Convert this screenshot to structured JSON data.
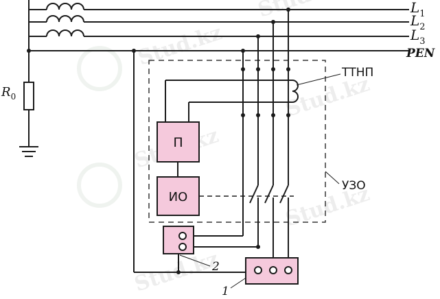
{
  "lines": {
    "l1": {
      "main": "L",
      "sub": "1"
    },
    "l2": {
      "main": "L",
      "sub": "2"
    },
    "l3": {
      "main": "L",
      "sub": "3"
    },
    "pen": "PEN"
  },
  "resistor": {
    "main": "R",
    "sub": "0"
  },
  "labels": {
    "ttnp": "ТТНП",
    "uzo": "УЗО",
    "converter": "П",
    "executive": "ИО",
    "callout_1": "1",
    "callout_2": "2"
  },
  "watermark": "Stud.kz",
  "colors": {
    "wire": "#1a1a1a",
    "block_fill": "#f5c9dc",
    "dashed": "#333333",
    "watermark": "#ececec"
  }
}
